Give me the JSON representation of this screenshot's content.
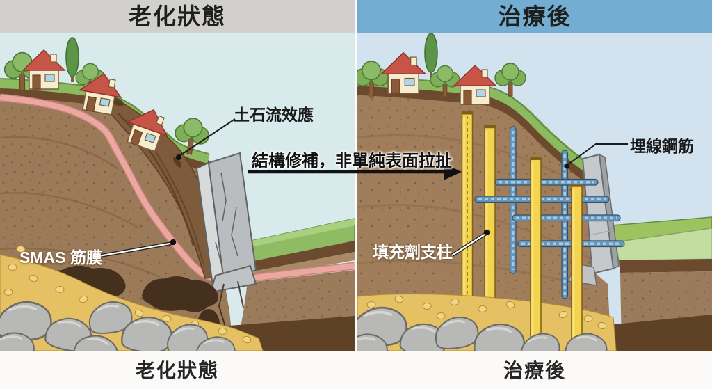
{
  "left_panel": {
    "header": "老化狀態",
    "caption": "老化狀態",
    "label_debris_flow": "土石流效應",
    "label_smas": "SMAS 筋膜"
  },
  "right_panel": {
    "header": "治療後",
    "caption": "治療後",
    "label_rebar": "埋線鋼筋",
    "label_filler": "填充劑支柱"
  },
  "center": {
    "arrow_text": "結構修補，非單純表面拉扯"
  },
  "colors": {
    "left_header_bg": "#d2d0cc",
    "right_header_bg": "#73aed2",
    "smas_band": "#eba8a0",
    "filler_pillar": "#f4d44e",
    "rebar_rod": "#6897bd",
    "arrow": "#111111"
  }
}
